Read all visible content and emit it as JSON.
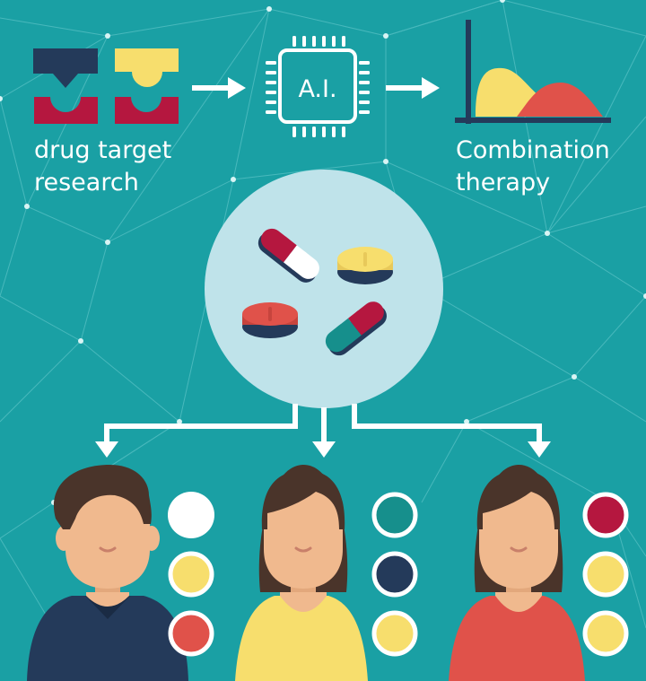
{
  "labels": {
    "left_line1": "drug target",
    "left_line2": "research",
    "chip_text": "A.I.",
    "right_line1": "Combination",
    "right_line2": "therapy"
  },
  "colors": {
    "background": "#1aa0a4",
    "navy": "#243a5a",
    "yellow": "#f7de6d",
    "crimson": "#b5173f",
    "coral": "#e0524a",
    "teal": "#168f8c",
    "pill_circle": "#bfe3ea",
    "skin": "#f0b98e"
  },
  "people": [
    {
      "name": "person-1",
      "shirt": "navy",
      "hair": "short",
      "dots": [
        {
          "fill": "white"
        },
        {
          "fill": "yellow"
        },
        {
          "fill": "coral"
        }
      ]
    },
    {
      "name": "person-2",
      "shirt": "yellow",
      "hair": "long",
      "dots": [
        {
          "fill": "teal-ring"
        },
        {
          "fill": "navy"
        },
        {
          "fill": "yellow"
        }
      ]
    },
    {
      "name": "person-3",
      "shirt": "coral",
      "hair": "long",
      "dots": [
        {
          "fill": "crimson"
        },
        {
          "fill": "yellow"
        },
        {
          "fill": "yellow"
        }
      ]
    }
  ]
}
